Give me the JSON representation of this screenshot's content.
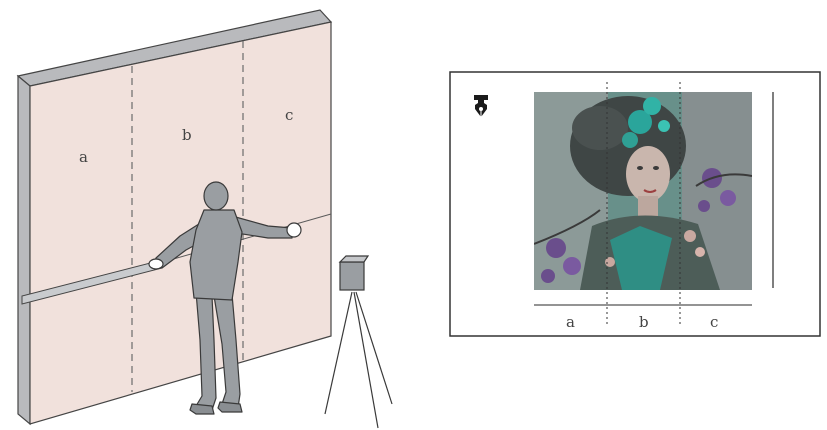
{
  "wall": {
    "panel_labels": [
      "a",
      "b",
      "c"
    ],
    "panel_color": "#f1e1dc",
    "edge_color": "#b9babd",
    "frame_color": "#454545"
  },
  "figure": {
    "body_color": "#9a9ea2",
    "outline_color": "#3a3a3a"
  },
  "camera": {
    "color": "#9a9ea2"
  },
  "preview": {
    "tool_icon": "pen-nib-icon",
    "panel_labels": [
      "a",
      "b",
      "c"
    ],
    "image_subject": "geisha-illustration",
    "image_palette": [
      "#7e8c8c",
      "#2aa59b",
      "#6a4e8c",
      "#c9a8a0"
    ]
  }
}
